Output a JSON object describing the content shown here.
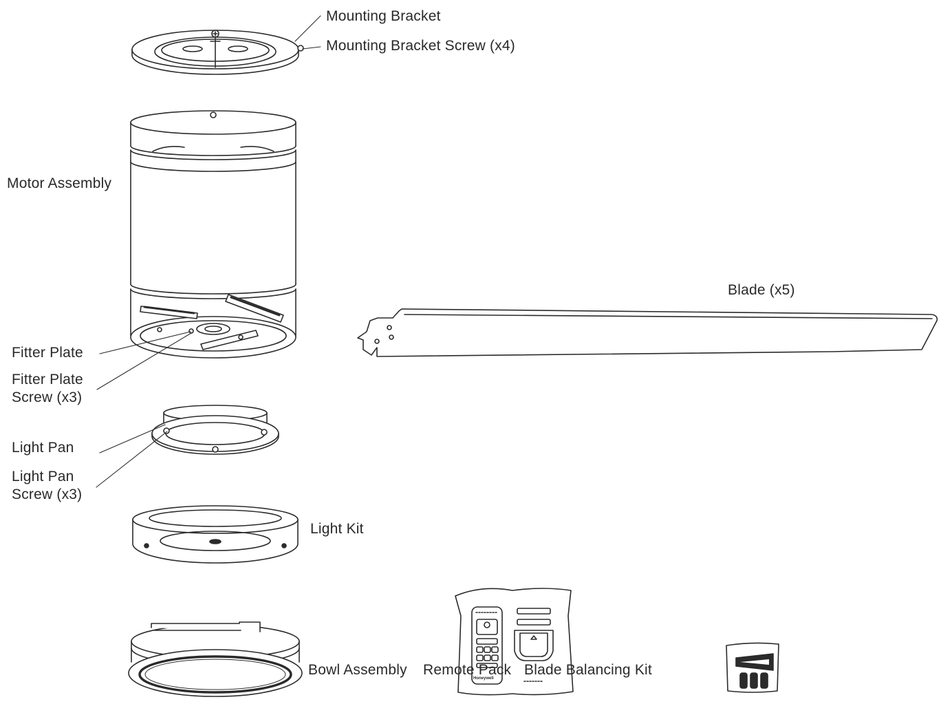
{
  "labels": {
    "mounting_bracket": "Mounting Bracket",
    "mounting_bracket_screw": "Mounting Bracket Screw (x4)",
    "motor_assembly": "Motor Assembly",
    "blade": "Blade (x5)",
    "fitter_plate": "Fitter Plate",
    "fitter_plate_screw_line1": "Fitter Plate",
    "fitter_plate_screw_line2": "Screw (x3)",
    "light_pan": "Light Pan",
    "light_pan_screw_line1": "Light Pan",
    "light_pan_screw_line2": "Screw (x3)",
    "light_kit": "Light Kit",
    "bowl_assembly": "Bowl Assembly",
    "remote_pack": "Remote Pack",
    "blade_balancing_kit": "Blade Balancing Kit"
  },
  "remote_brand": "Honeywell",
  "colors": {
    "line": "#2b2b2b",
    "text": "#2a2a2a",
    "fill": "#ffffff",
    "shade": "#e6e6e6"
  }
}
